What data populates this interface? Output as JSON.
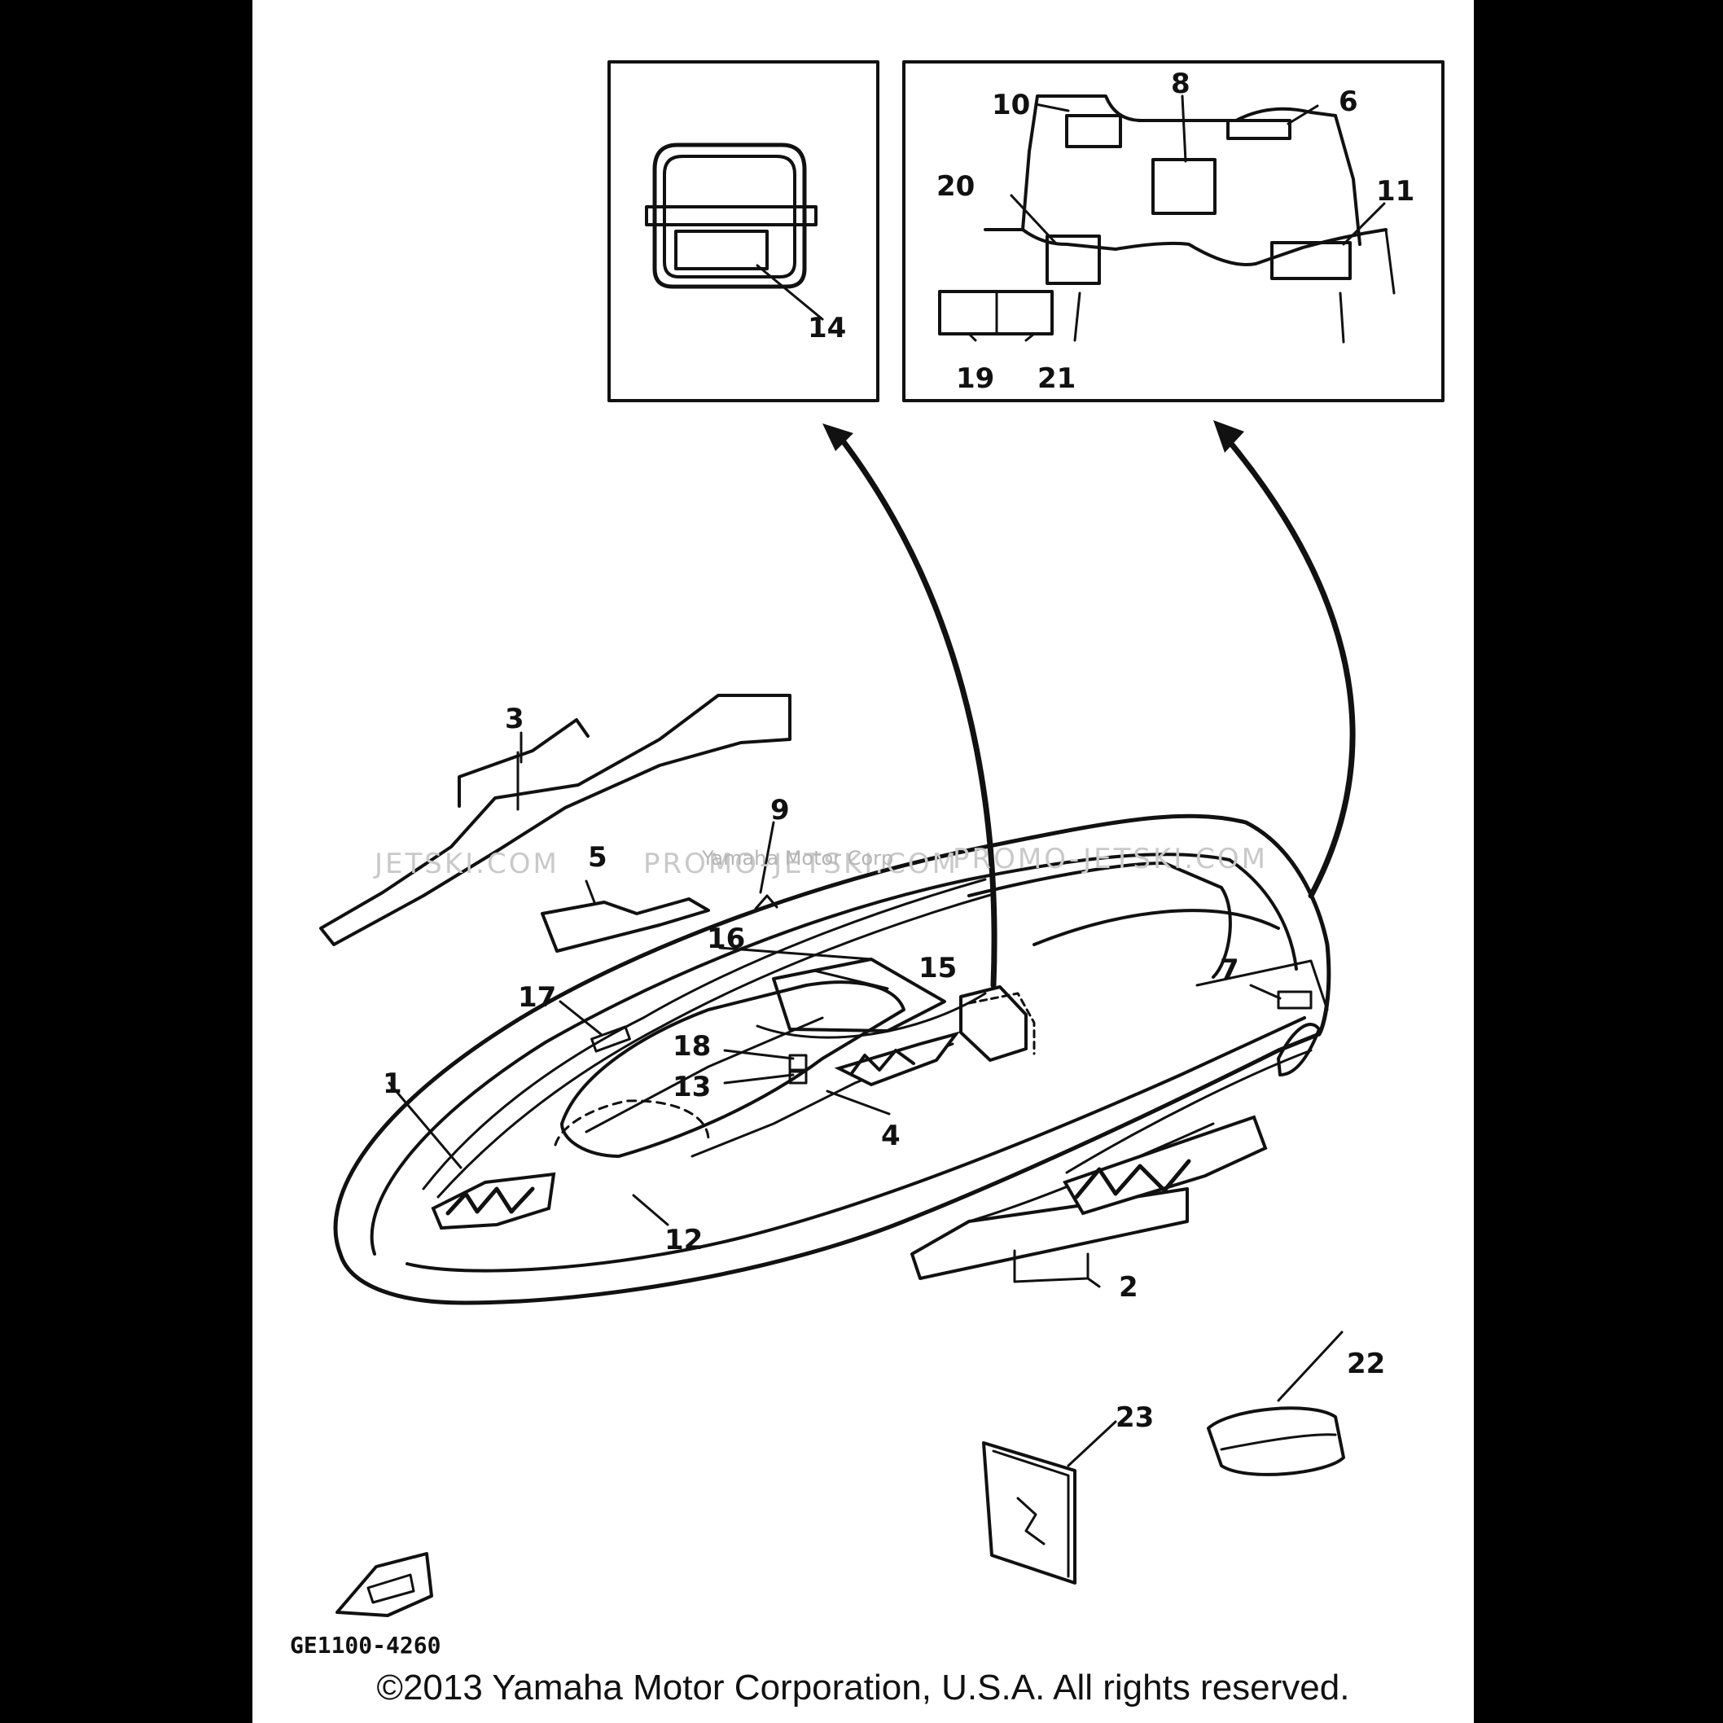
{
  "callouts": [
    "1",
    "2",
    "3",
    "4",
    "5",
    "6",
    "7",
    "8",
    "9",
    "10",
    "11",
    "12",
    "13",
    "14",
    "15",
    "16",
    "17",
    "18",
    "19",
    "20",
    "21",
    "22",
    "23"
  ],
  "drawing_code": "GE1100-4260",
  "watermark": {
    "left": "JETSKI.COM",
    "middle": "PROMO-JETSKI.COM",
    "right": "PROMO-JETSKI.COM",
    "overlay": "Yamaha Motor Corp"
  },
  "footer": {
    "copyright": "©2013 Yamaha Motor Corporation, U.S.A. All rights reserved."
  }
}
